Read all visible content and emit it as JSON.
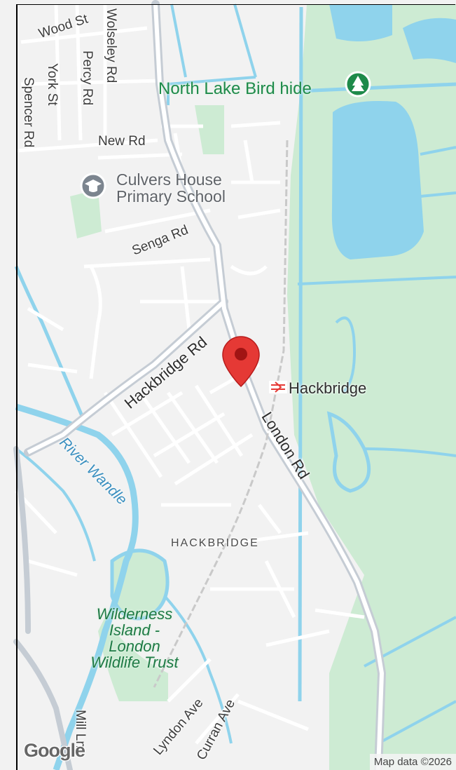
{
  "map": {
    "colors": {
      "land": "#f2f2f2",
      "park": "#cdebd3",
      "water": "#8fd3ec",
      "road_major": "#bfc7d0",
      "road_minor": "#ffffff",
      "pin": "#e53935"
    },
    "roads": {
      "wood_st": "Wood St",
      "wolseley_rd": "Wolseley Rd",
      "percy_rd": "Percy Rd",
      "york_st": "York St",
      "spencer_rd": "Spencer Rd",
      "new_rd": "New Rd",
      "senga_rd": "Senga Rd",
      "hackbridge_rd": "Hackbridge Rd",
      "london_rd": "London Rd",
      "lyndon_ave": "Lyndon Ave",
      "curran_ave": "Curran Ave",
      "mill_ln": "Mill Ln"
    },
    "places": {
      "bird_hide": "North Lake Bird hide",
      "school": "Culvers House\nPrimary School",
      "station": "Hackbridge",
      "district": "HACKBRIDGE",
      "wilderness": "Wilderness\nIsland -\nLondon\nWildlife Trust",
      "river": "River Wandle"
    },
    "icons": {
      "bird_hide": "tree-icon",
      "school": "school-icon",
      "station": "rail-icon",
      "pin": "location-pin-icon"
    },
    "logo": "Google",
    "attribution": "Map data ©2026"
  }
}
